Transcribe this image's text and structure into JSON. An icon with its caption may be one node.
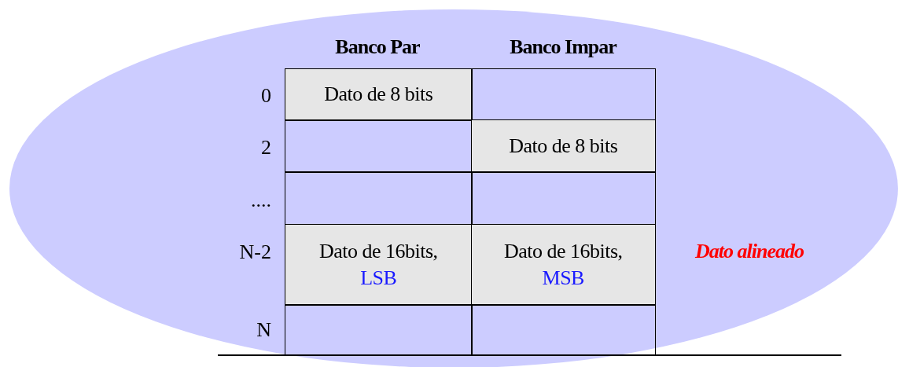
{
  "diagram": {
    "labels": [
      "Banco Par",
      "Banco Impar",
      "0",
      "Dato de 8 bits",
      "2",
      "Dato de 8 bits",
      "....",
      "N-2",
      "Dato de 16bits,",
      "LSB",
      "Dato de 16bits,",
      "MSB",
      "Dato alineado",
      "N"
    ]
  }
}
